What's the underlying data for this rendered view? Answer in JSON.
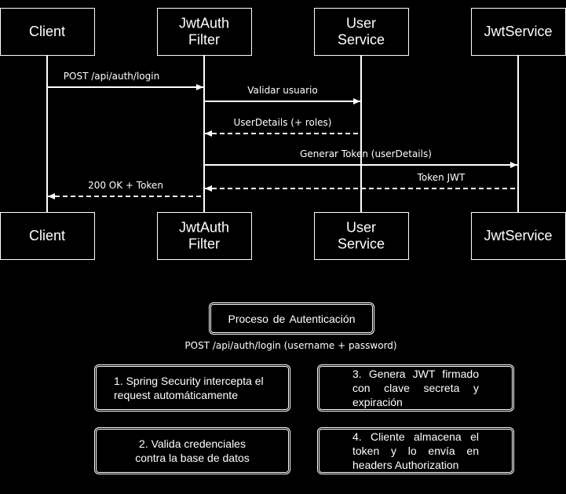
{
  "actors": [
    {
      "id": "client",
      "lines": [
        "Client"
      ]
    },
    {
      "id": "jwtauth-filter",
      "lines": [
        "JwtAuth",
        "Filter"
      ]
    },
    {
      "id": "user-service",
      "lines": [
        "User",
        "Service"
      ]
    },
    {
      "id": "jwt-service",
      "lines": [
        "JwtService"
      ]
    }
  ],
  "messages": [
    {
      "label": "POST /api/auth/login",
      "from": "client",
      "to": "jwtauth-filter",
      "style": "solid"
    },
    {
      "label": "Validar usuario",
      "from": "jwtauth-filter",
      "to": "user-service",
      "style": "solid"
    },
    {
      "label": "UserDetails (+ roles)",
      "from": "user-service",
      "to": "jwtauth-filter",
      "style": "dashed"
    },
    {
      "label": "Generar Token (userDetails)",
      "from": "jwtauth-filter",
      "to": "jwt-service",
      "style": "solid"
    },
    {
      "label": "Token JWT",
      "from": "jwt-service",
      "to": "jwtauth-filter",
      "style": "dashed"
    },
    {
      "label": "200 OK + Token",
      "from": "jwtauth-filter",
      "to": "client",
      "style": "dashed"
    }
  ],
  "process": {
    "title": "Proceso de Autenticación",
    "subtitle": "POST /api/auth/login (username + password)",
    "steps": [
      {
        "id": "step-1",
        "text": "1. Spring Security intercepta el request automáticamente"
      },
      {
        "id": "step-2",
        "text": "2. Valida credenciales contra la base de datos"
      },
      {
        "id": "step-3",
        "text": "3. Genera JWT firmado con clave secreta y expiración"
      },
      {
        "id": "step-4",
        "text": "4. Cliente almacena el token y lo envía en headers Authorization"
      }
    ]
  },
  "colors": {
    "background": "#000000",
    "stroke": "#ffffff",
    "text": "#ffffff"
  }
}
